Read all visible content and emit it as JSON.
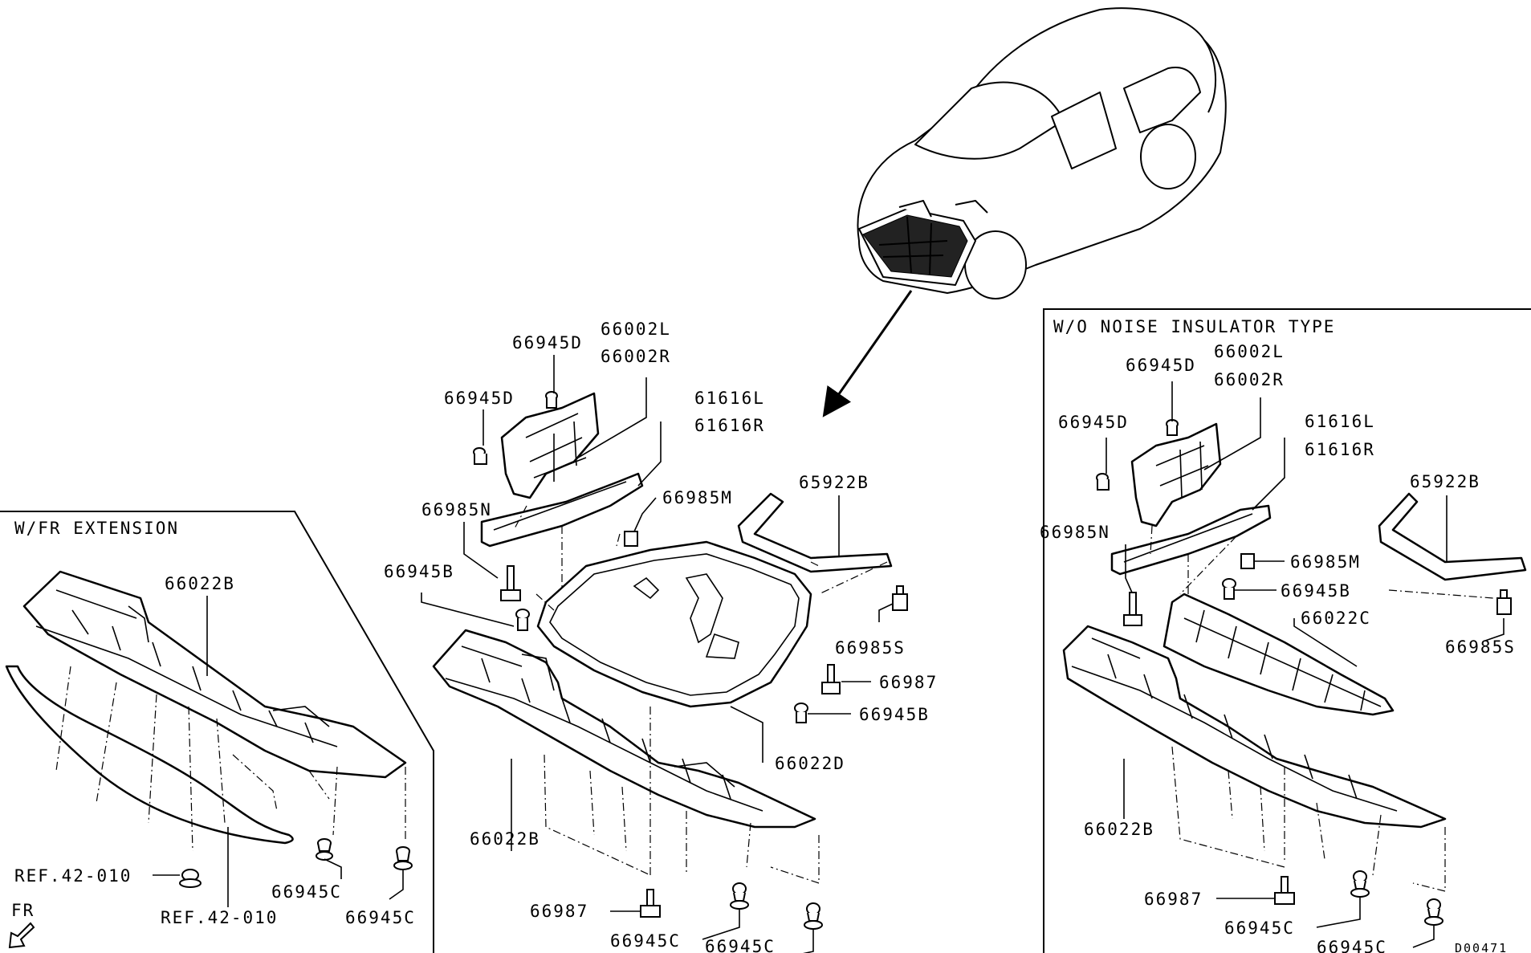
{
  "inset_titles": {
    "fr_extension": "W/FR EXTENSION",
    "noise_insulator": "W/O NOISE INSULATOR TYPE"
  },
  "diagram_code": "D00471",
  "direction_label": "FR",
  "main_labels": {
    "p66945D_a": "66945D",
    "p66945D_b": "66945D",
    "p66002L": "66002L",
    "p66002R": "66002R",
    "p61616L": "61616L",
    "p61616R": "61616R",
    "p66985N": "66985N",
    "p66985M": "66985M",
    "p65922B": "65922B",
    "p66945B_a": "66945B",
    "p66985S": "66985S",
    "p66987_a": "66987",
    "p66945B_b": "66945B",
    "p66022D": "66022D",
    "p66022B": "66022B",
    "p66987_b": "66987",
    "p66945C_a": "66945C",
    "p66945C_b": "66945C"
  },
  "left_labels": {
    "p66022B": "66022B",
    "ref_a": "REF.42-010",
    "ref_b": "REF.42-010",
    "p66945C_a": "66945C",
    "p66945C_b": "66945C"
  },
  "right_labels": {
    "p66945D_a": "66945D",
    "p66945D_b": "66945D",
    "p66002L": "66002L",
    "p66002R": "66002R",
    "p61616L": "61616L",
    "p61616R": "61616R",
    "p66985N": "66985N",
    "p65922B": "65922B",
    "p66985M": "66985M",
    "p66945B": "66945B",
    "p66022C": "66022C",
    "p66985S": "66985S",
    "p66022B": "66022B",
    "p66987": "66987",
    "p66945C_a": "66945C",
    "p66945C_b": "66945C"
  }
}
